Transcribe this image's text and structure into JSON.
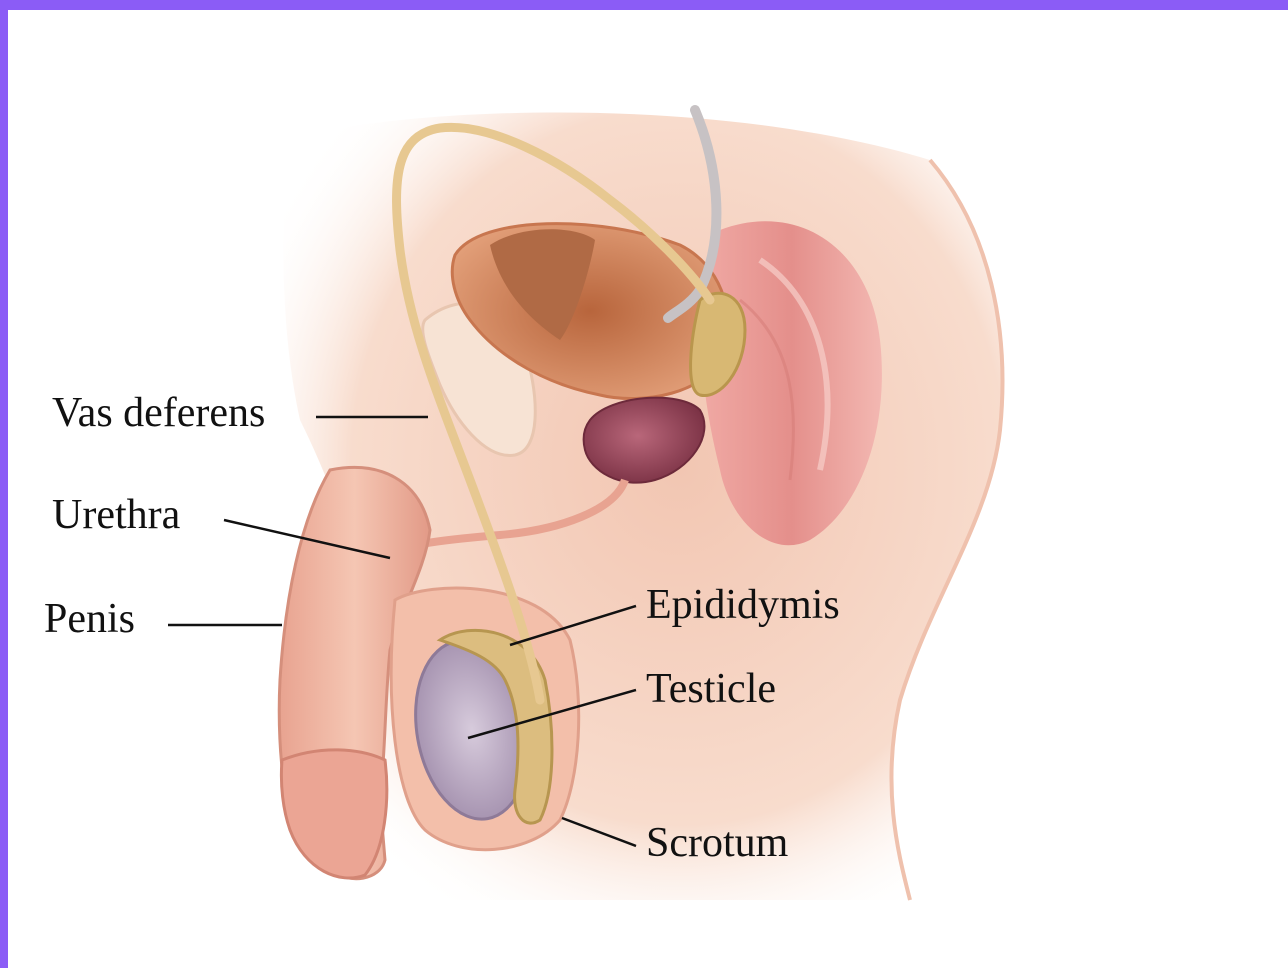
{
  "colors": {
    "frame": "#8b5cf6",
    "skin": "#f6d3c2",
    "skin_dark": "#e9a58f",
    "muscle": "#e79a94",
    "bladder": "#d9885a",
    "prostate": "#8c3f52",
    "vas": "#e7c891",
    "testicle": "#b9a8c4",
    "leader": "#111111"
  },
  "labels": {
    "vas_deferens": "Vas deferens",
    "urethra": "Urethra",
    "penis": "Penis",
    "epididymis": "Epididymis",
    "testicle": "Testicle",
    "scrotum": "Scrotum"
  }
}
